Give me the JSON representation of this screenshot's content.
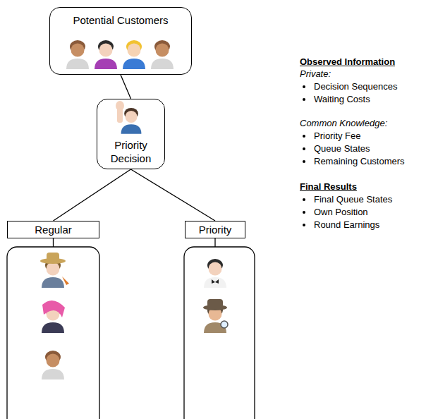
{
  "diagram": {
    "nodes": [
      {
        "text": [
          "Potential Customers"
        ]
      },
      {
        "text": [
          "Priority Decision"
        ]
      },
      {
        "text": [
          "Regular"
        ]
      },
      {
        "text": [
          "Priority"
        ]
      }
    ],
    "edges": [
      {
        "from": 0,
        "to": 1,
        "arrow": "none"
      },
      {
        "from": 1,
        "to": 2,
        "arrow": "none"
      },
      {
        "from": 1,
        "to": 3,
        "arrow": "none"
      }
    ],
    "labels": [
      "Observed Information",
      "Private:",
      "Decision Sequences",
      "Waiting Costs",
      "Common Knowledge:",
      "Priority Fee",
      "Queue States",
      "Remaining Customers",
      "Final Results",
      "Final Queue States",
      "Own Position",
      "Round Earnings"
    ]
  }
}
